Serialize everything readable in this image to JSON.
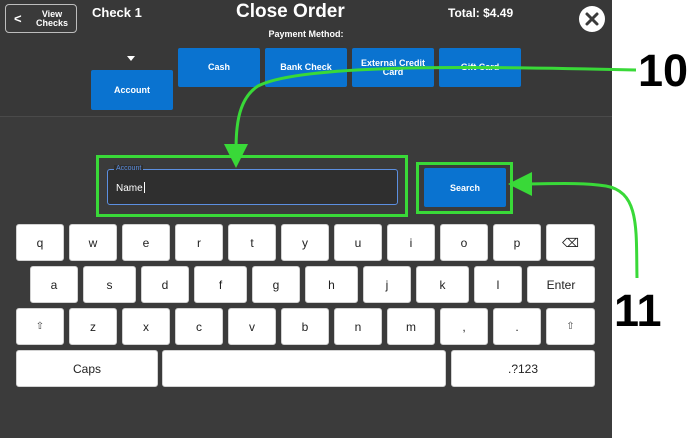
{
  "header": {
    "view_checks_label": "View Checks",
    "check_label": "Check 1",
    "title": "Close Order",
    "total": "Total: $4.49",
    "payment_method_label": "Payment Method:"
  },
  "payment_methods": [
    {
      "label": "Account",
      "selected": true
    },
    {
      "label": "Cash",
      "selected": false
    },
    {
      "label": "Bank Check",
      "selected": false
    },
    {
      "label": "External Credit Card",
      "selected": false
    },
    {
      "label": "Gift Card",
      "selected": false
    }
  ],
  "account_field": {
    "legend": "Account",
    "value": "Name"
  },
  "search_button": {
    "label": "Search"
  },
  "keyboard": {
    "row1": [
      "q",
      "w",
      "e",
      "r",
      "t",
      "y",
      "u",
      "i",
      "o",
      "p",
      "⌫"
    ],
    "row2": [
      "a",
      "s",
      "d",
      "f",
      "g",
      "h",
      "j",
      "k",
      "l",
      "Enter"
    ],
    "row3": [
      "⇧",
      "z",
      "x",
      "c",
      "v",
      "b",
      "n",
      "m",
      ",",
      ".",
      "⇧"
    ],
    "row4": [
      "Caps",
      "",
      ".?123"
    ]
  },
  "annotations": {
    "callout_10": "10",
    "callout_11": "11"
  },
  "colors": {
    "accent": "#0a73d0",
    "highlight": "#39d938",
    "background": "#3b3b3b"
  }
}
